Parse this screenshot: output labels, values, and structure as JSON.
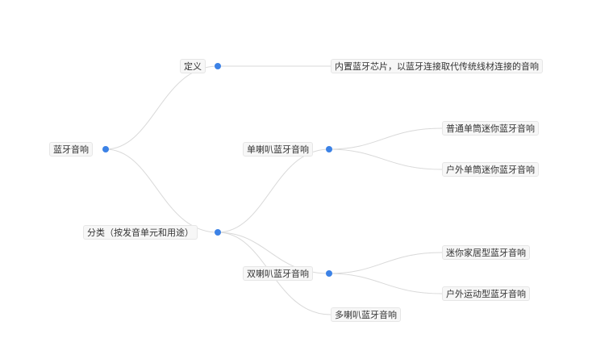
{
  "mindmap": {
    "root": "蓝牙音响",
    "definition": {
      "label": "定义",
      "detail": "内置蓝牙芯片，以蓝牙连接取代传统线材连接的音响"
    },
    "classification": {
      "label": "分类（按发音单元和用途）",
      "single": {
        "label": "单喇叭蓝牙音响",
        "children": [
          "普通单筒迷你蓝牙音响",
          "户外单筒迷你蓝牙音响"
        ]
      },
      "double": {
        "label": "双喇叭蓝牙音响",
        "children": [
          "迷你家居型蓝牙音响",
          "户外运动型蓝牙音响"
        ]
      },
      "multi": {
        "label": "多喇叭蓝牙音响"
      }
    }
  },
  "colors": {
    "dot": "#3c82e6",
    "edge": "#d9d9d9"
  }
}
